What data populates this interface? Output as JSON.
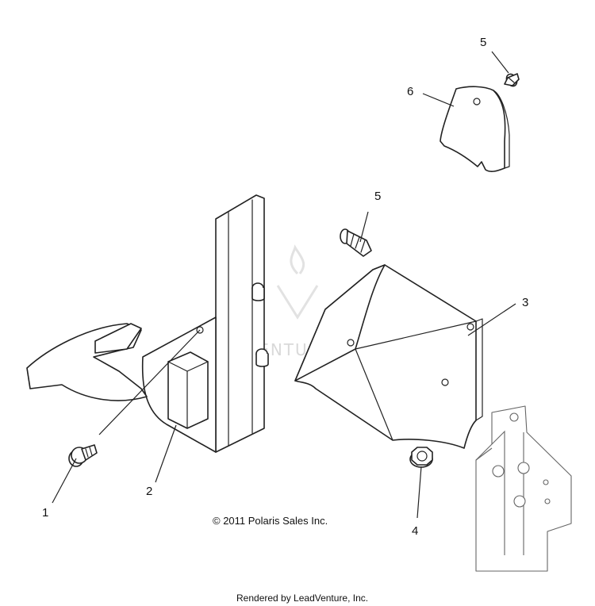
{
  "callouts": [
    {
      "id": 1,
      "label": "1"
    },
    {
      "id": 2,
      "label": "2"
    },
    {
      "id": 3,
      "label": "3"
    },
    {
      "id": 4,
      "label": "4"
    },
    {
      "id": 5,
      "label": "5"
    },
    {
      "id": 6,
      "label": "6"
    }
  ],
  "copyright": "© 2011 Polaris Sales Inc.",
  "watermark": "LEADVENTURE",
  "footer": "Rendered by LeadVenture, Inc."
}
